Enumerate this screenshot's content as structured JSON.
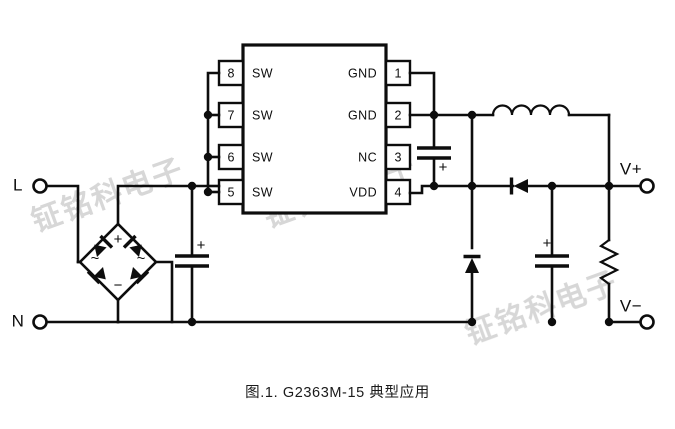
{
  "figure": {
    "caption": "图.1. G2363M-15 典型应用",
    "watermark_text": "钲铭科电子",
    "line_color": "#0d0d0d",
    "background_color": "#ffffff",
    "watermark_color": "#d5d5d5"
  },
  "ic": {
    "name": "G2363M-15",
    "left_pins": [
      {
        "number": "8",
        "label": "SW"
      },
      {
        "number": "7",
        "label": "SW"
      },
      {
        "number": "6",
        "label": "SW"
      },
      {
        "number": "5",
        "label": "SW"
      }
    ],
    "right_pins": [
      {
        "number": "1",
        "label": "GND"
      },
      {
        "number": "2",
        "label": "GND"
      },
      {
        "number": "3",
        "label": "NC"
      },
      {
        "number": "4",
        "label": "VDD"
      }
    ]
  },
  "terminals": {
    "line_in": "L",
    "neutral_in": "N",
    "out_positive": "V+",
    "out_negative": "V−"
  },
  "symbols": {
    "bridge_plus": "+",
    "bridge_minus": "−",
    "bridge_ac_left": "~",
    "bridge_ac_right": "~",
    "cap_input_polarity": "+",
    "cap_vdd_polarity": "+",
    "cap_output_polarity": "+",
    "bridge_rectifier": "bridge-rectifier-icon",
    "inductor": "inductor-icon",
    "freewheel_diode": "diode-icon",
    "series_diode": "diode-icon",
    "load_resistor": "resistor-icon"
  }
}
